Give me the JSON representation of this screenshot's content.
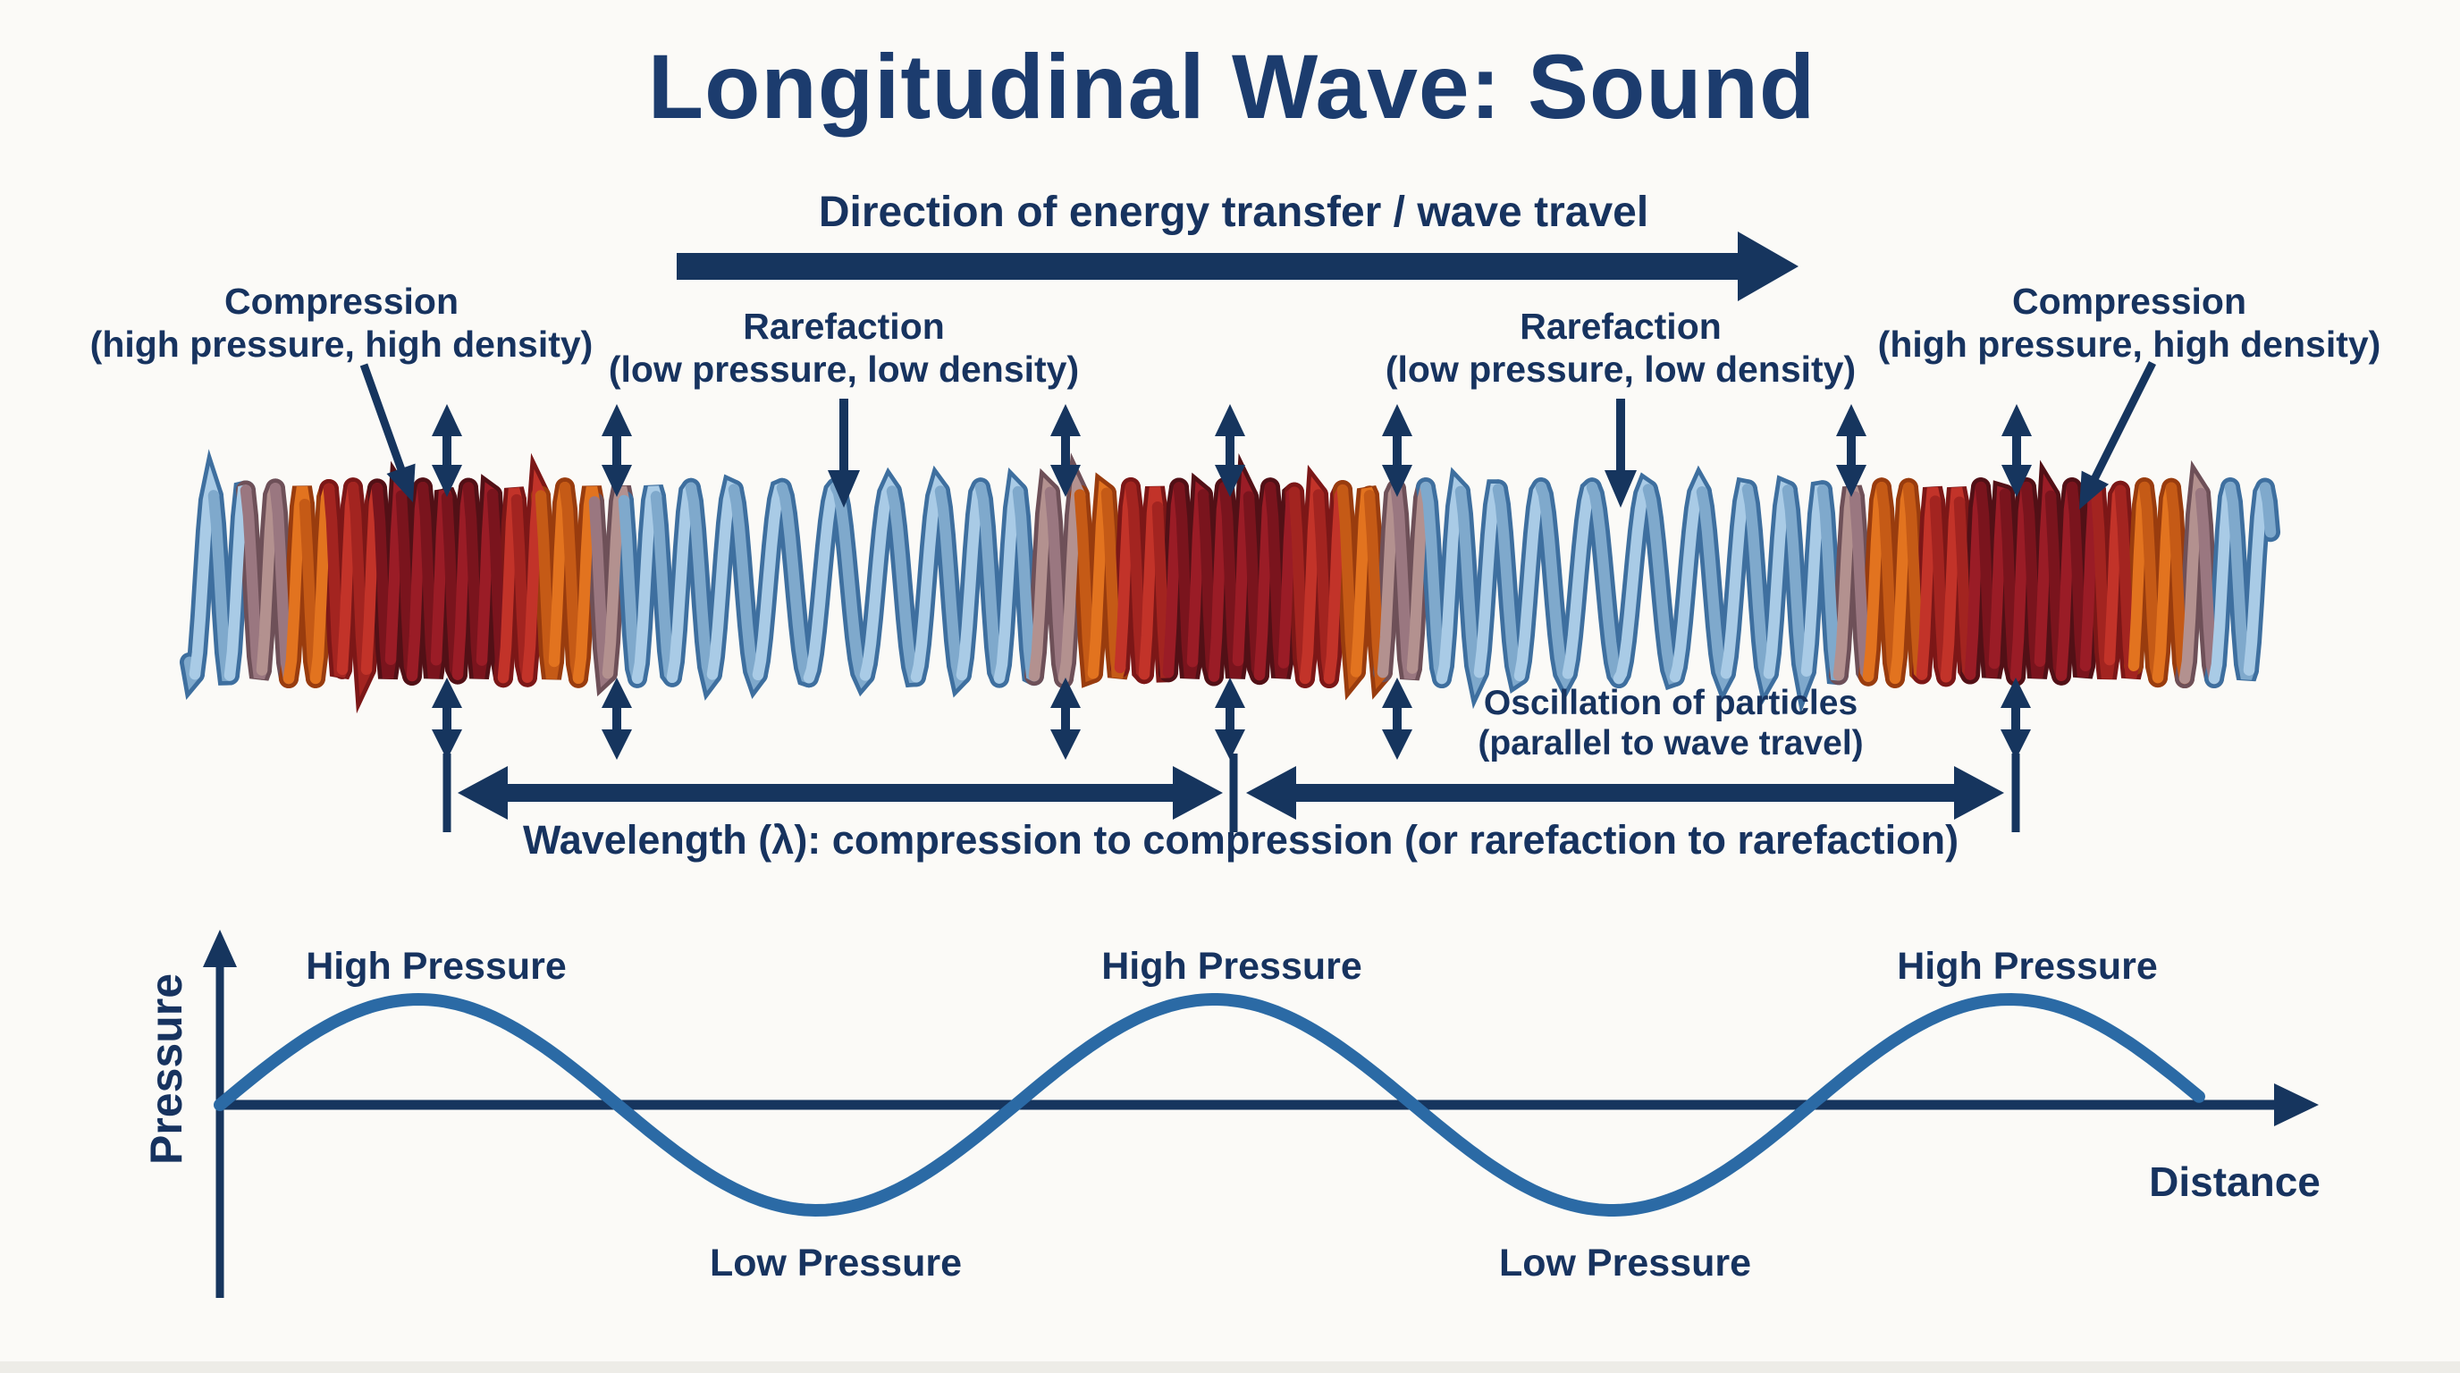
{
  "colors": {
    "background": "#fbfaf7",
    "navy": "#16355e",
    "text": "#17335f",
    "title": "#1c3c6e",
    "curve": "#2b6aa5",
    "spring": {
      "blue": {
        "body": "#a9cbe6",
        "shade": "#7fa9cc",
        "outline": "#3e6f9f"
      },
      "mauve": {
        "body": "#b3918f",
        "shade": "#9a7780",
        "outline": "#6e5058"
      },
      "orange": {
        "body": "#e2731f",
        "shade": "#c55a16",
        "outline": "#993c0e"
      },
      "red": {
        "body": "#c23329",
        "shade": "#a32420",
        "outline": "#7c1717"
      },
      "darkred": {
        "body": "#9a1c26",
        "shade": "#7a141d",
        "outline": "#521016"
      }
    }
  },
  "title": "Longitudinal Wave: Sound",
  "direction": {
    "label": "Direction of energy transfer / wave travel"
  },
  "labels": {
    "compression_left_title": "Compression",
    "compression_left_sub": "(high pressure, high density)",
    "rarefaction_left_title": "Rarefaction",
    "rarefaction_left_sub": "(low pressure, low density)",
    "rarefaction_right_title": "Rarefaction",
    "rarefaction_right_sub": "(low pressure, low density)",
    "compression_right_title": "Compression",
    "compression_right_sub": "(high pressure, high density)",
    "oscillation_line1": "Oscillation of particles",
    "oscillation_line2": "(parallel to wave travel)",
    "wavelength": "Wavelength (λ): compression to compression (or rarefaction to rarefaction)"
  },
  "graph": {
    "y_axis_label": "Pressure",
    "x_axis_label": "Distance",
    "high_pressure_labels": [
      "High Pressure",
      "High Pressure",
      "High Pressure"
    ],
    "low_pressure_labels": [
      "Low Pressure",
      "Low Pressure"
    ]
  }
}
